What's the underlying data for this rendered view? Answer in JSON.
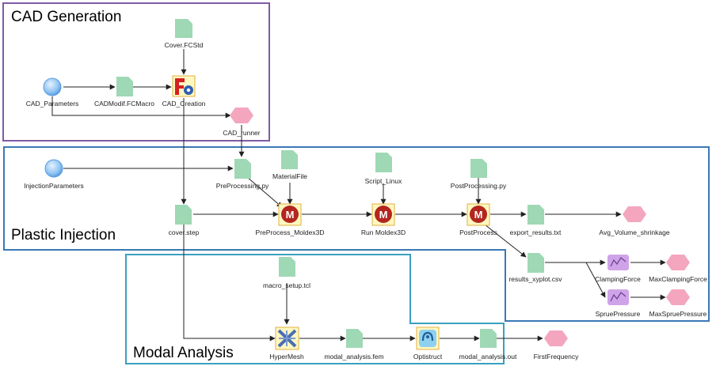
{
  "groups": {
    "cad_generation": "CAD Generation",
    "plastic_injection": "Plastic Injection",
    "modal_analysis": "Modal Analysis"
  },
  "nodes": {
    "cover_fcstd": "Cover.FCStd",
    "cad_parameters": "CAD_Parameters",
    "cadmodif_fcmacro": "CADModif.FCMacro",
    "cad_creation": "CAD_Creation",
    "cad_runner": "CAD_runner",
    "injection_parameters": "InjectionParameters",
    "preprocessing_py": "PreProcessing.py",
    "material_file": "MaterialFile",
    "script_linux": "Script_Linux",
    "postprocessing_py": "PostProcessing.py",
    "cover_step": "cover.step",
    "preprocess_moldex3d": "PreProcess_Moldex3D",
    "run_moldex3d": "Run Moldex3D",
    "postprocess": "PostProcess",
    "export_results": "export_results.txt",
    "avg_volume_shrinkage": "Avg_Volume_shrinkage",
    "results_xyplot": "results_xyplot.csv",
    "clamping_force": "ClampingForce",
    "max_clamping_force": "MaxClampingForce",
    "sprue_pressure": "SpruePressure",
    "max_sprue_pressure": "MaxSpruePressure",
    "macro_setup": "macro_setup.tcl",
    "hypermesh": "HyperMesh",
    "modal_analysis_fem": "modal_analysis.fem",
    "optistruct": "Optistruct",
    "modal_analysis_out": "modal_analysis.out",
    "first_frequency": "FirstFrequency"
  },
  "colors": {
    "cad_group_border": "#7d5ba6",
    "injection_group_border": "#3a78b5",
    "modal_group_border": "#3aa0c0",
    "file_fill": "#9fd8b4",
    "parameter_fill": "#8fc3f2",
    "output_fill": "#f4a6bf",
    "plot_fill": "#cfa3e8",
    "moldex_fill": "#b3261e"
  }
}
